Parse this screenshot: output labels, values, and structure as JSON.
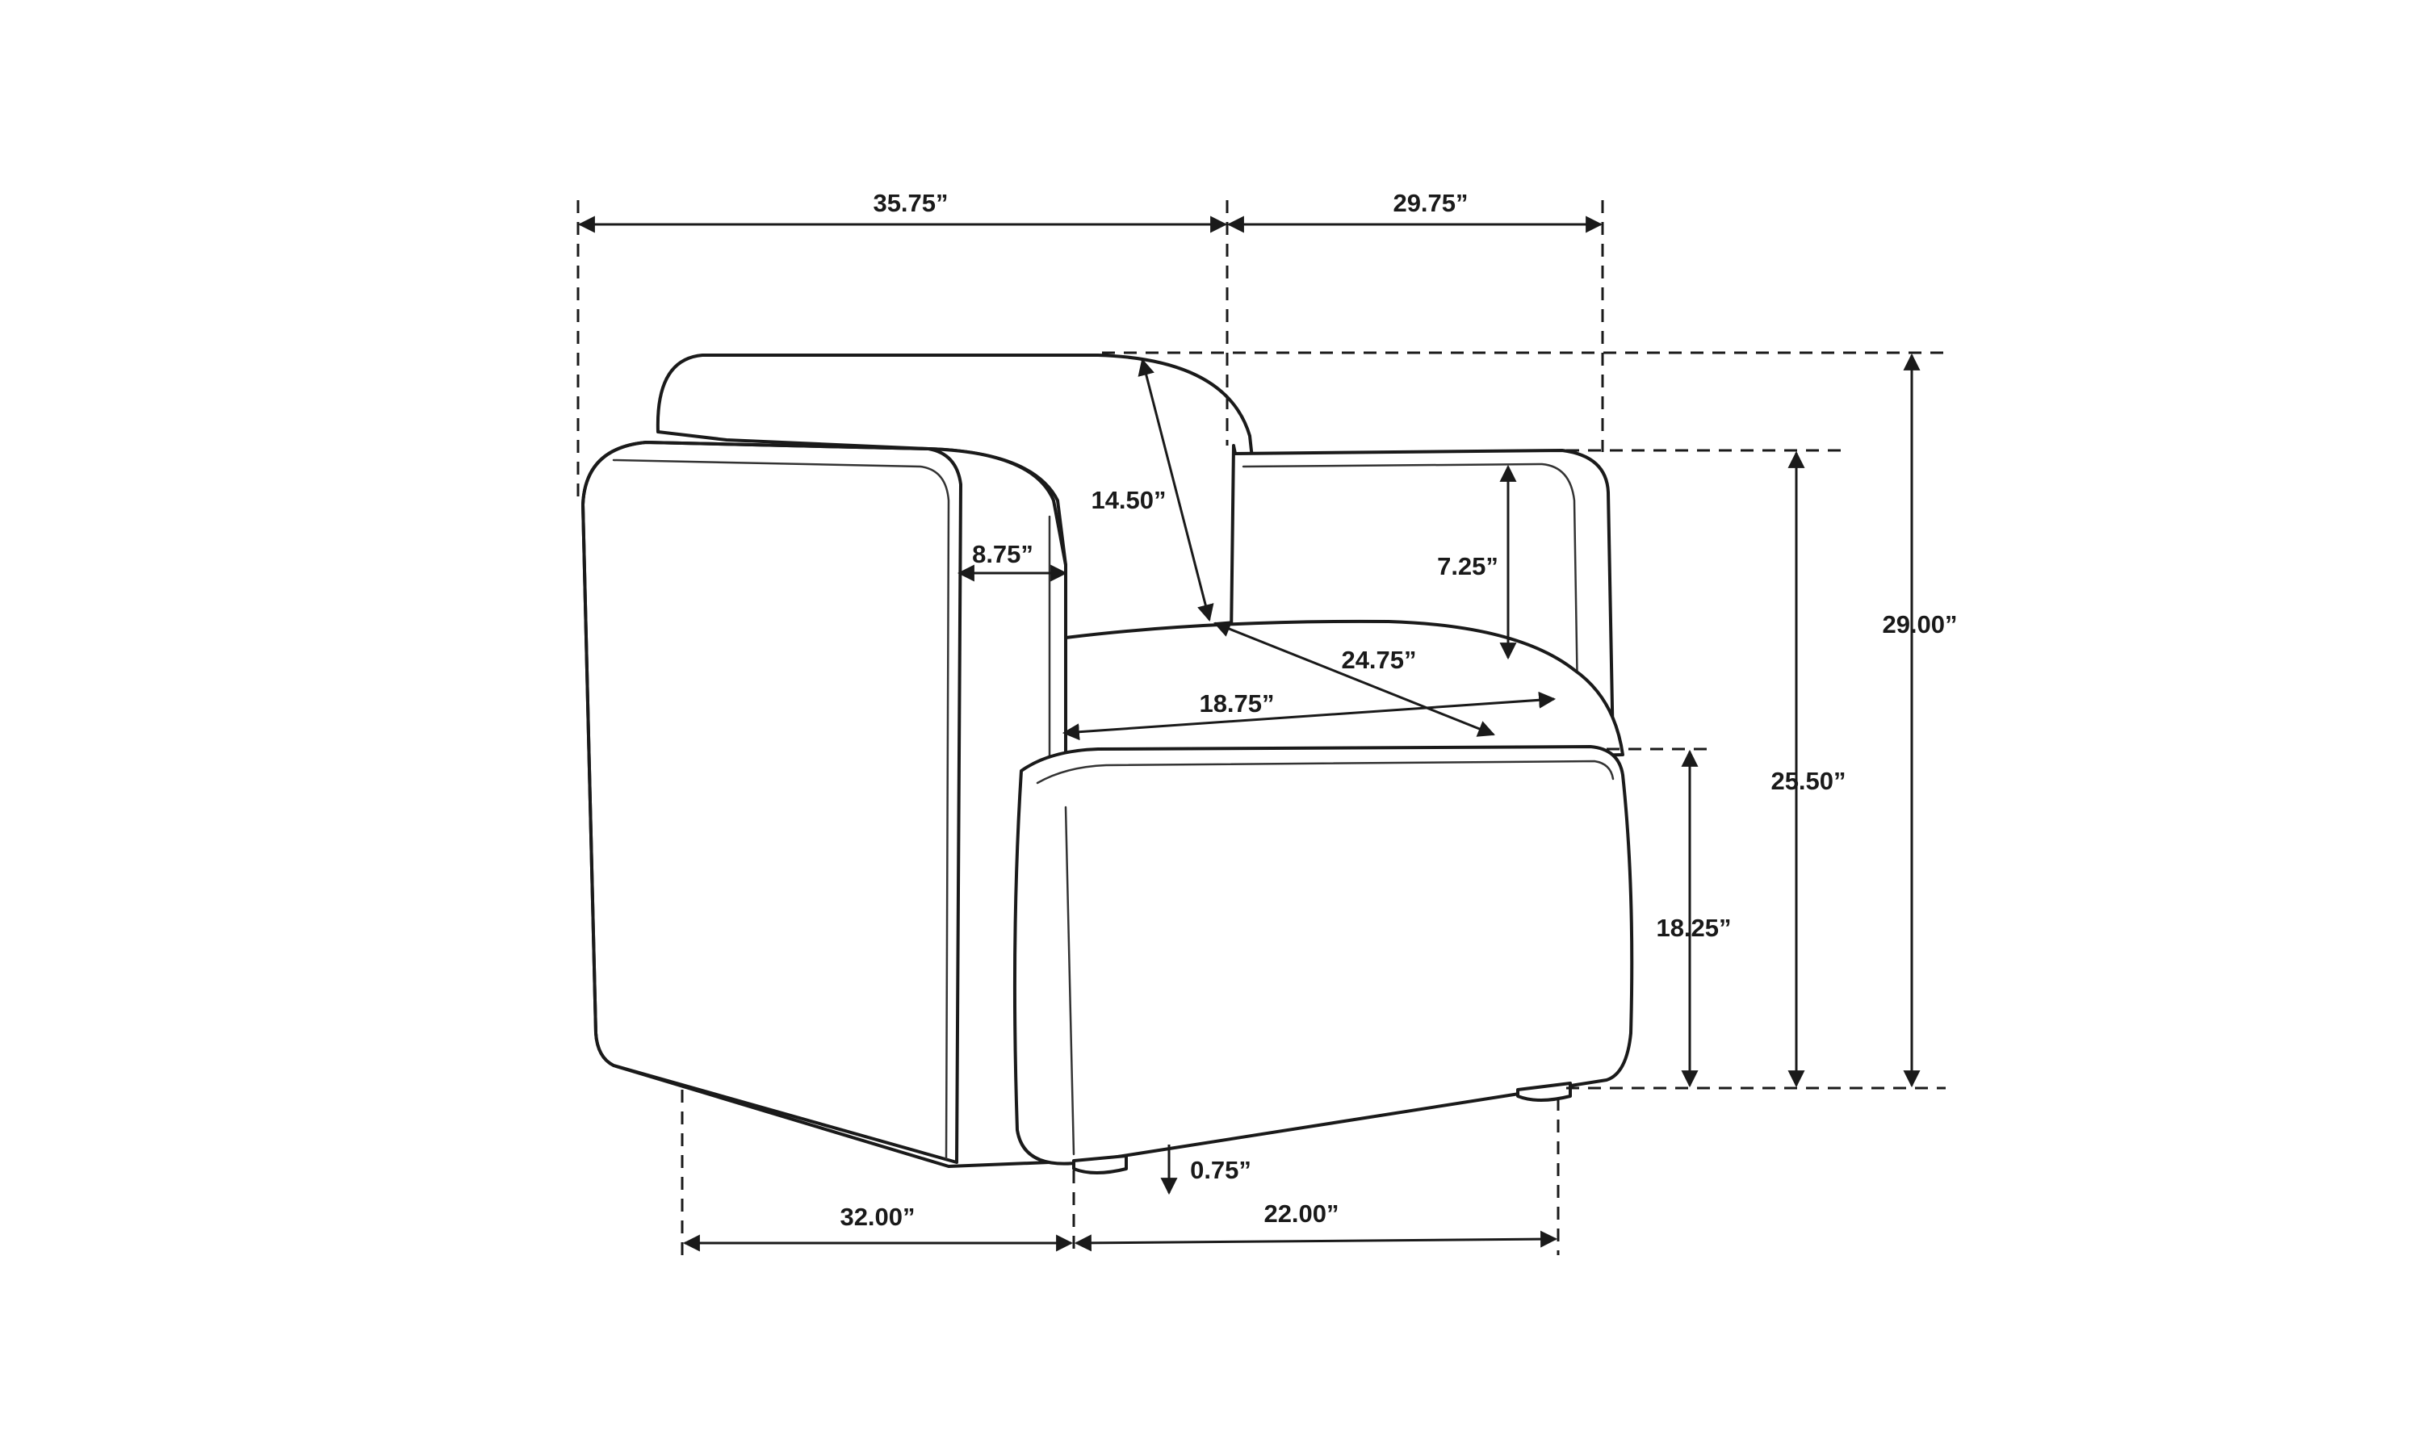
{
  "dimensions": {
    "overall_width": "35.75”",
    "overall_depth": "29.75”",
    "overall_height": "29.00”",
    "arm_height": "25.50”",
    "seat_height": "18.25”",
    "back_height": "14.50”",
    "arm_width": "8.75”",
    "back_inner_height": "7.25”",
    "seat_diagonal": "24.75”",
    "seat_width": "18.75”",
    "leg_height": "0.75”",
    "base_width": "32.00”",
    "base_depth": "22.00”"
  },
  "colors": {
    "line": "#1a1a1a",
    "background": "#ffffff"
  }
}
